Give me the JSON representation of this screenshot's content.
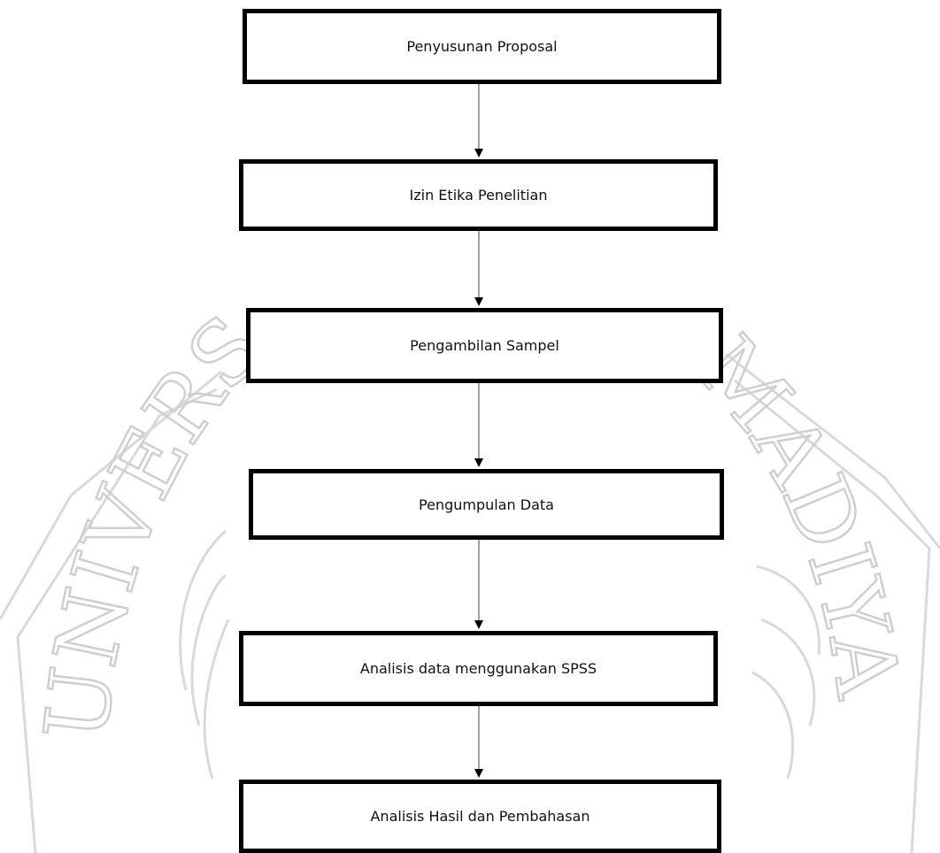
{
  "diagram": {
    "steps": [
      "Penyusunan Proposal",
      "Izin Etika Penelitian",
      "Pengambilan Sampel",
      "Pengumpulan Data",
      "Analisis data menggunakan SPSS",
      "Analisis Hasil dan Pembahasan"
    ]
  },
  "watermark": {
    "text_left": "UNIVERSI",
    "text_right": "MADIYAH"
  }
}
